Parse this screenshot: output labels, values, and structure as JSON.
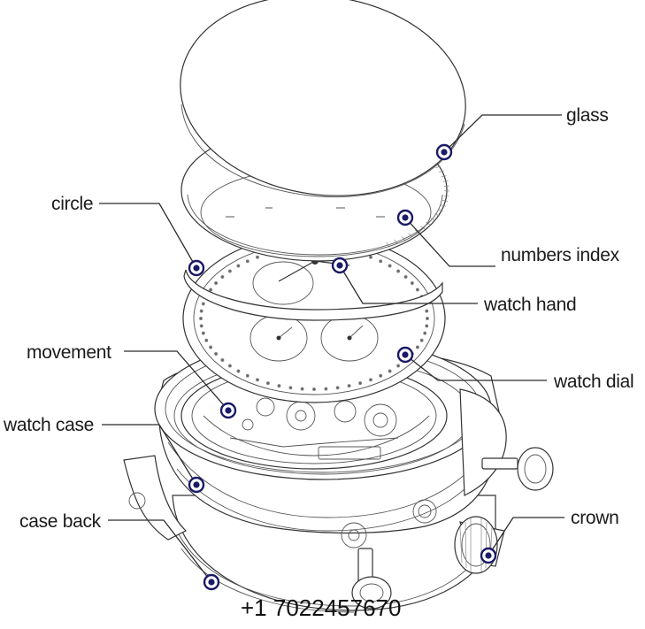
{
  "labels": {
    "glass": "glass",
    "circle": "circle",
    "numbers_index": "numbers index",
    "watch_hand": "watch hand",
    "movement": "movement",
    "watch_dial": "watch dial",
    "watch_case": "watch case",
    "case_back": "case back",
    "crown": "crown"
  },
  "contact": {
    "phone": "+1 7022457670"
  },
  "colors": {
    "line": "#333333",
    "marker_outer": "#1a1a66",
    "marker_inner": "#ffffff",
    "text": "#1a1a1a"
  }
}
